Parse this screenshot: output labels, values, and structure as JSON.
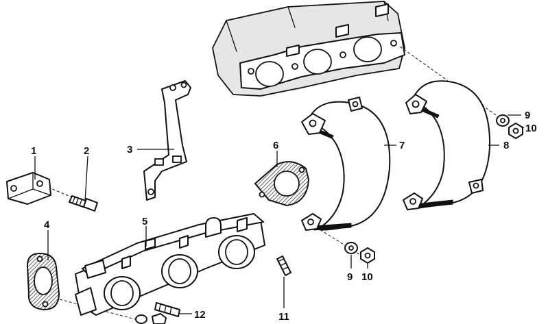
{
  "diagram": {
    "callouts": [
      {
        "id": "c1",
        "label": "1"
      },
      {
        "id": "c2",
        "label": "2"
      },
      {
        "id": "c3",
        "label": "3"
      },
      {
        "id": "c4",
        "label": "4"
      },
      {
        "id": "c5",
        "label": "5"
      },
      {
        "id": "c6",
        "label": "6"
      },
      {
        "id": "c7",
        "label": "7"
      },
      {
        "id": "c8",
        "label": "8"
      },
      {
        "id": "c9a",
        "label": "9"
      },
      {
        "id": "c10a",
        "label": "10"
      },
      {
        "id": "c9b",
        "label": "9"
      },
      {
        "id": "c10b",
        "label": "10"
      },
      {
        "id": "c11",
        "label": "11"
      },
      {
        "id": "c12",
        "label": "12"
      }
    ]
  }
}
